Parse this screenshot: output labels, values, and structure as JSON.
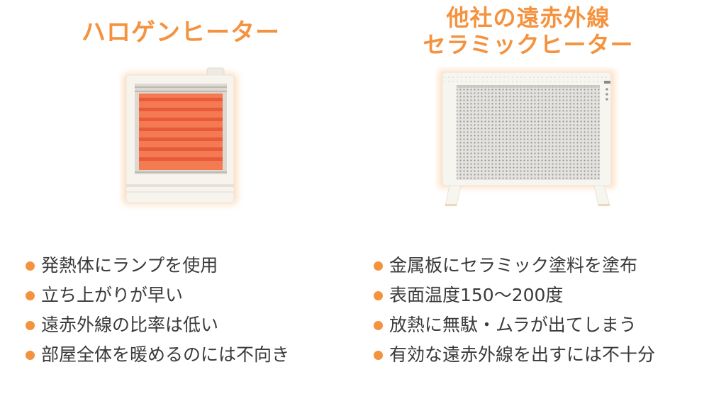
{
  "accent_color": "#f5923e",
  "left": {
    "title": "ハロゲンヒーター",
    "icon": "halogen-heater-illustration",
    "points": [
      "発熱体にランプを使用",
      "立ち上がりが早い",
      "遠赤外線の比率は低い",
      "部屋全体を暖めるのには不向き"
    ]
  },
  "right": {
    "title_line1": "他社の遠赤外線",
    "title_line2": "セラミックヒーター",
    "icon": "ceramic-panel-heater-illustration",
    "points": [
      "金属板にセラミック塗料を塗布",
      "表面温度150〜200度",
      "放熱に無駄・ムラが出てしまう",
      "有効な遠赤外線を出すには不十分"
    ]
  }
}
